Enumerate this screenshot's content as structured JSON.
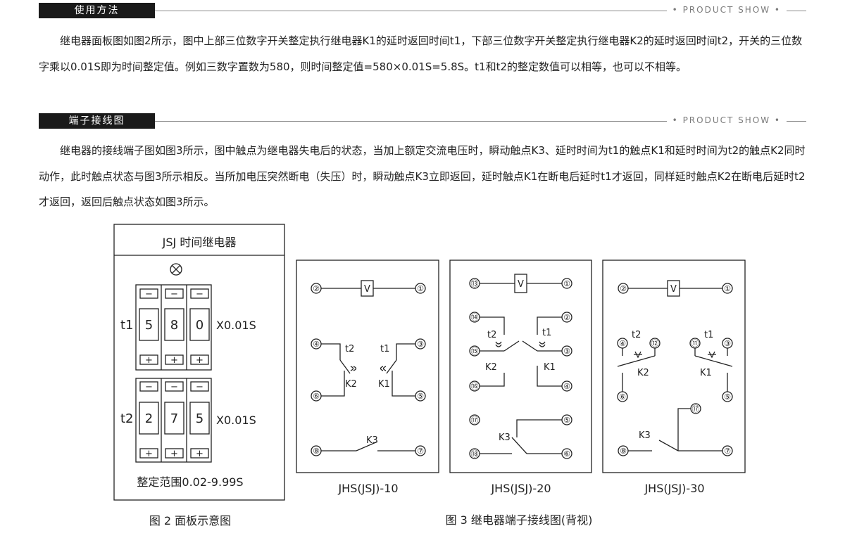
{
  "section1": {
    "title": "使用方法",
    "tagline": "PRODUCT SHOW",
    "paragraph": "继电器面板图如图2所示，图中上部三位数字开关整定执行继电器K1的延时返回时间t1，下部三位数字开关整定执行继电器K2的延时返回时间t2，开关的三位数字乘以0.01S即为时间整定值。例如三数字置数为580，则时间整定值=580×0.01S=5.8S。t1和t2的整定数值可以相等，也可以不相等。"
  },
  "section2": {
    "title": "端子接线图",
    "tagline": "PRODUCT SHOW",
    "paragraph": "继电器的接线端子图如图3所示，图中触点为继电器失电后的状态，当加上额定交流电压时，瞬动触点K3、延时时间为t1的触点K1和延时时间为t2的触点K2同时动作，此时触点状态与图3所示相反。当所加电压突然断电（失压）时，瞬动触点K3立即返回，延时触点K1在断电后延时t1才返回，同样延时触点K2在断电后延时t2才返回，返回后触点状态如图3所示。"
  },
  "figure2": {
    "header": "JSJ  时间继电器",
    "indicator_icon": "circled-x-indicator",
    "t1_label": "t1",
    "t1_digits": [
      "5",
      "8",
      "0"
    ],
    "t1_unit": "X0.01S",
    "t2_label": "t2",
    "t2_digits": [
      "2",
      "7",
      "5"
    ],
    "t2_unit": "X0.01S",
    "minus": "−",
    "plus": "+",
    "range": "整定范围0.02-9.99S",
    "caption": "图 2  面板示意图"
  },
  "figure3": {
    "caption": "图 3  继电器端子接线图(背视)",
    "coil_label": "V",
    "diagrams": [
      {
        "label": "JHS(JSJ)-10",
        "terminals": [
          "②",
          "①",
          "④",
          "③",
          "⑥",
          "⑤",
          "⑧",
          "⑦"
        ],
        "labels": [
          "t2",
          "t1",
          "K2",
          "K1",
          "K3"
        ]
      },
      {
        "label": "JHS(JSJ)-20",
        "terminals": [
          "⑬",
          "①",
          "⑭",
          "②",
          "⑮",
          "③",
          "⑯",
          "④",
          "⑰",
          "⑤",
          "⑱",
          "⑥"
        ],
        "labels": [
          "t2",
          "t1",
          "K2",
          "K1",
          "K3"
        ]
      },
      {
        "label": "JHS(JSJ)-30",
        "terminals": [
          "②",
          "①",
          "④",
          "⑫",
          "⑪",
          "③",
          "⑥",
          "⑤",
          "⑰",
          "⑧",
          "⑦"
        ],
        "labels": [
          "t2",
          "t1",
          "K2",
          "K1",
          "K3"
        ]
      }
    ]
  }
}
